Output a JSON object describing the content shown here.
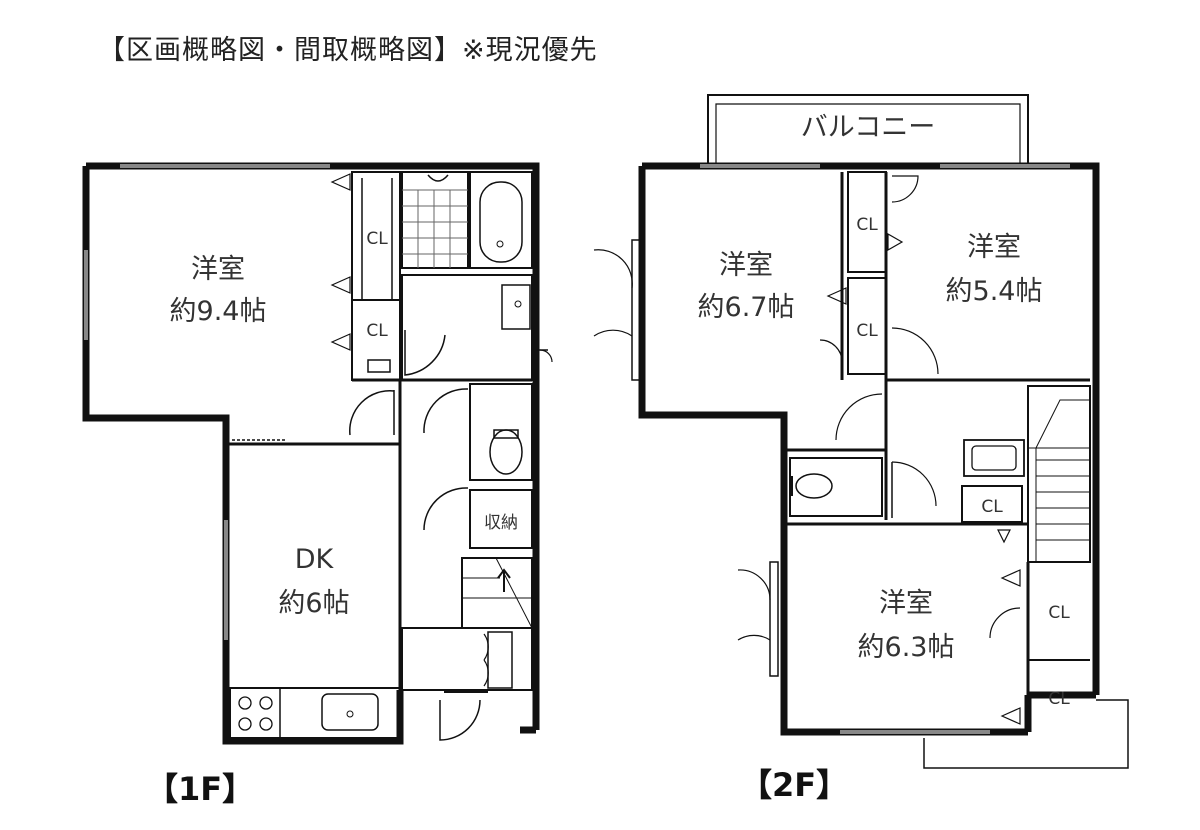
{
  "header": {
    "title": "【区画概略図・間取概略図】※現況優先"
  },
  "floors": {
    "first": {
      "label": "【1F】",
      "rooms": {
        "western_room_name": "洋室",
        "western_room_size": "約9.4帖",
        "dk_name": "DK",
        "dk_size": "約6帖",
        "closet_a": "CL",
        "closet_b": "CL",
        "storage": "収納"
      }
    },
    "second": {
      "label": "【2F】",
      "balcony": "バルコニー",
      "rooms": {
        "west_room_name": "洋室",
        "west_room_size": "約6.7帖",
        "east_room_name": "洋室",
        "east_room_size": "約5.4帖",
        "south_room_name": "洋室",
        "south_room_size": "約6.3帖",
        "closet_a": "CL",
        "closet_b": "CL",
        "closet_c": "CL",
        "closet_d": "CL",
        "closet_e": "CL"
      }
    }
  }
}
